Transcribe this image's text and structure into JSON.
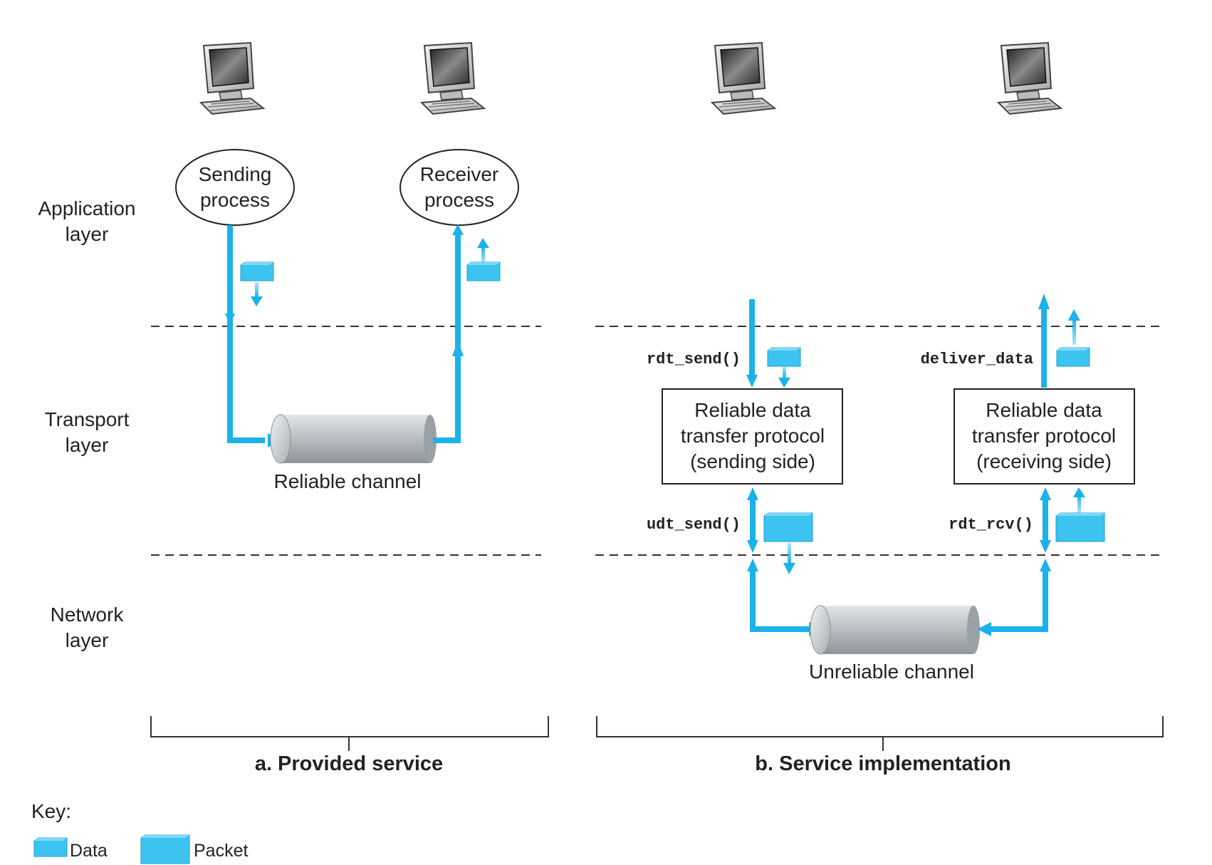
{
  "layers": {
    "application": [
      "Application",
      "layer"
    ],
    "transport": [
      "Transport",
      "layer"
    ],
    "network": [
      "Network",
      "layer"
    ]
  },
  "panel_a": {
    "sending_process": [
      "Sending",
      "process"
    ],
    "receiver_process": [
      "Receiver",
      "process"
    ],
    "channel_label": "Reliable channel",
    "caption": "a. Provided service"
  },
  "panel_b": {
    "rdt_send": "rdt_send()",
    "deliver_data": "deliver_data",
    "udt_send": "udt_send()",
    "rdt_rcv": "rdt_rcv()",
    "sender_box": [
      "Reliable data",
      "transfer protocol",
      "(sending side)"
    ],
    "receiver_box": [
      "Reliable data",
      "transfer protocol",
      "(receiving side)"
    ],
    "channel_label": "Unreliable channel",
    "caption": "b. Service implementation"
  },
  "key": {
    "title": "Key:",
    "data_label": "Data",
    "packet_label": "Packet"
  },
  "colors": {
    "flow": "#1ab2e8",
    "data_icon": "#3cc3f0",
    "pipe": "#b9bfc4"
  },
  "icons": [
    "computer-icon",
    "data-icon",
    "packet-icon",
    "pipe-icon"
  ]
}
